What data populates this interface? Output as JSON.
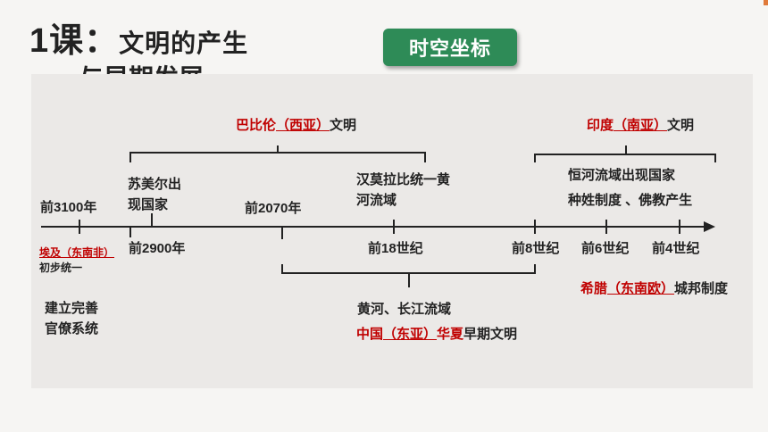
{
  "header": {
    "lesson_number": "1课",
    "colon": "：",
    "title_line1": "文明的产生",
    "title_line2": "与早期发展",
    "badge": "时空坐标"
  },
  "timeline": {
    "dates": {
      "d3100": "前3100年",
      "d2900": "前2900年",
      "d2070": "前2070年",
      "d18c": "前18世纪",
      "d8c": "前8世纪",
      "d6c": "前6世纪",
      "d4c": "前4世纪"
    },
    "babylon": {
      "name": "巴比伦",
      "region": "（西亚）",
      "suffix": "文明"
    },
    "india": {
      "name": "印度",
      "region": "（南亚）",
      "suffix": "文明"
    },
    "egypt": {
      "label": "埃及（东南非）",
      "line2": "初步统一"
    },
    "sumer": {
      "line1": "苏美尔出",
      "line2": "现国家"
    },
    "hammurabi": {
      "line1": "汉莫拉比统一黄",
      "line2": "河流域"
    },
    "ganges": {
      "line1": "恒河流域出现国家",
      "line2": "种姓制度 、佛教产生"
    },
    "bureaucracy": {
      "line1": "建立完善",
      "line2": "官僚系统"
    },
    "china": {
      "line1": "黄河、长江流域",
      "prefix": "中国",
      "region": "（东亚）",
      "name": "华夏",
      "suffix": "早期文明"
    },
    "greece": {
      "prefix": "希腊",
      "region": "（东南欧）",
      "suffix": "城邦制度"
    }
  }
}
